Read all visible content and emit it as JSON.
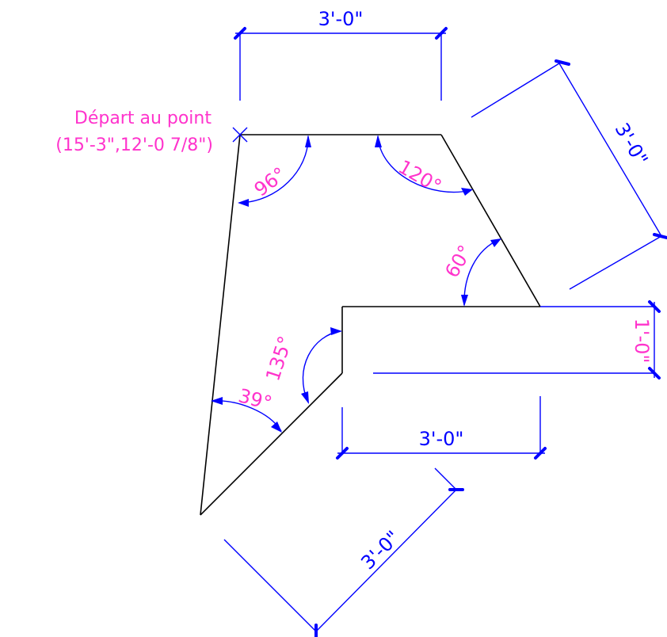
{
  "start_point": {
    "line1": "Départ au point",
    "line2": "(15'-3\",12'-0 7/8\")"
  },
  "dimensions": {
    "top": "3'-0\"",
    "right_upper": "3'-0\"",
    "right_small": "1'-0\"",
    "bottom_horizontal": "3'-0\"",
    "bottom_diagonal": "3'-0\""
  },
  "angles": {
    "a96": "96°",
    "a120": "120°",
    "a60": "60°",
    "a135": "135°",
    "a39": "39°"
  },
  "colors": {
    "dimension": "#0000ff",
    "annotation": "#ff33cc",
    "geometry": "#000000"
  }
}
